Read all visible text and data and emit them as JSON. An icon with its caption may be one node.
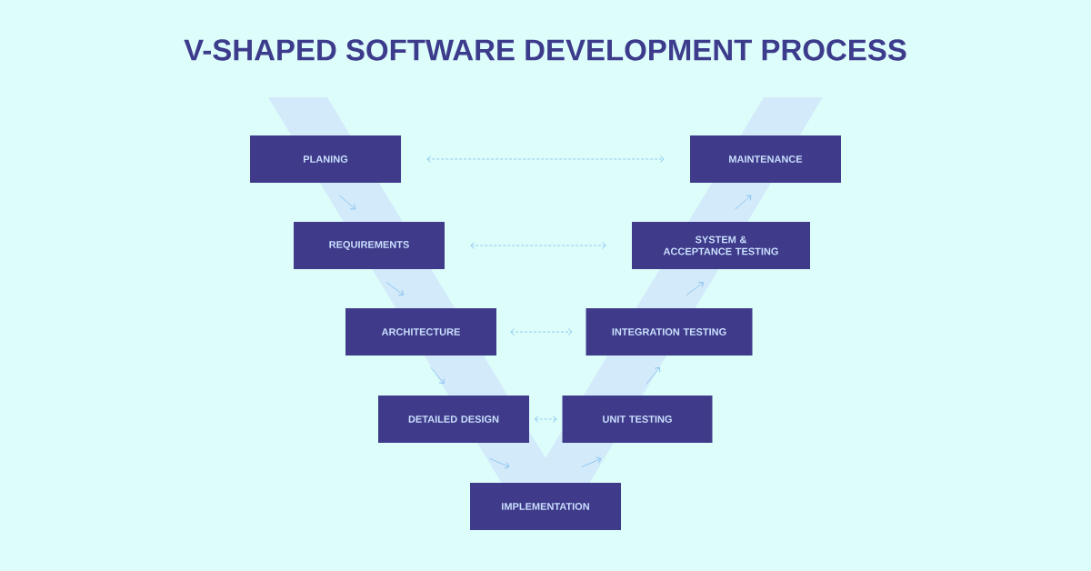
{
  "diagram": {
    "title": "V-SHAPED SOFTWARE DEVELOPMENT PROCESS",
    "nodes": [
      {
        "text": [
          "PLANING"
        ]
      },
      {
        "text": [
          "MAINTENANCE"
        ]
      },
      {
        "text": [
          "REQUIREMENTS"
        ]
      },
      {
        "text": [
          "SYSTEM & ACCEPTANCE TESTING"
        ]
      },
      {
        "text": [
          "ARCHITECTURE"
        ]
      },
      {
        "text": [
          "INTEGRATION TESTING"
        ]
      },
      {
        "text": [
          "DETAILED DESIGN"
        ]
      },
      {
        "text": [
          "UNIT TESTING"
        ]
      },
      {
        "text": [
          "IMPLEMENTATION"
        ]
      }
    ],
    "edges": [
      {
        "from": 0,
        "to": 2,
        "arrow": "to"
      },
      {
        "from": 2,
        "to": 4,
        "arrow": "to"
      },
      {
        "from": 4,
        "to": 6,
        "arrow": "to"
      },
      {
        "from": 6,
        "to": 8,
        "arrow": "to"
      },
      {
        "from": 8,
        "to": 7,
        "arrow": "to"
      },
      {
        "from": 7,
        "to": 5,
        "arrow": "to"
      },
      {
        "from": 5,
        "to": 3,
        "arrow": "to"
      },
      {
        "from": 3,
        "to": 1,
        "arrow": "to"
      },
      {
        "from": 0,
        "to": 1,
        "arrow": "both",
        "style": "dashed"
      },
      {
        "from": 2,
        "to": 3,
        "arrow": "both",
        "style": "dashed"
      },
      {
        "from": 4,
        "to": 5,
        "arrow": "both",
        "style": "dashed"
      },
      {
        "from": 6,
        "to": 7,
        "arrow": "both",
        "style": "dashed"
      }
    ]
  }
}
